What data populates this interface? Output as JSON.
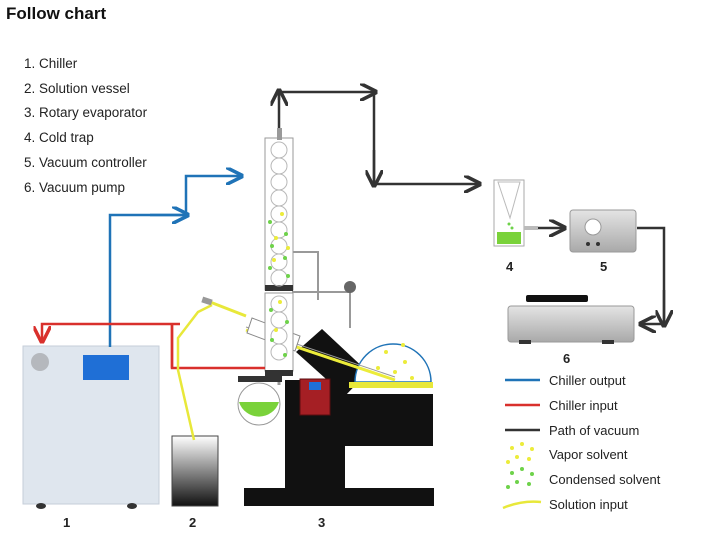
{
  "title": "Follow chart",
  "components": [
    "1. Chiller",
    "2. Solution vessel",
    "3. Rotary evaporator",
    "4. Cold trap",
    "5. Vacuum controller",
    "6. Vacuum pump"
  ],
  "numbers": {
    "n1": "1",
    "n2": "2",
    "n3": "3",
    "n4": "4",
    "n5": "5",
    "n6": "6"
  },
  "legend": [
    {
      "label": "Chiller output",
      "color": "#1f73b7"
    },
    {
      "label": "Chiller input",
      "color": "#d9302c"
    },
    {
      "label": "Path of vacuum",
      "color": "#333333"
    },
    {
      "label": "Vapor solvent",
      "color": "#ecec3a"
    },
    {
      "label": "Condensed solvent",
      "color": "#6ed24a"
    },
    {
      "label": "Solution input",
      "color": "#e8e83a"
    }
  ]
}
